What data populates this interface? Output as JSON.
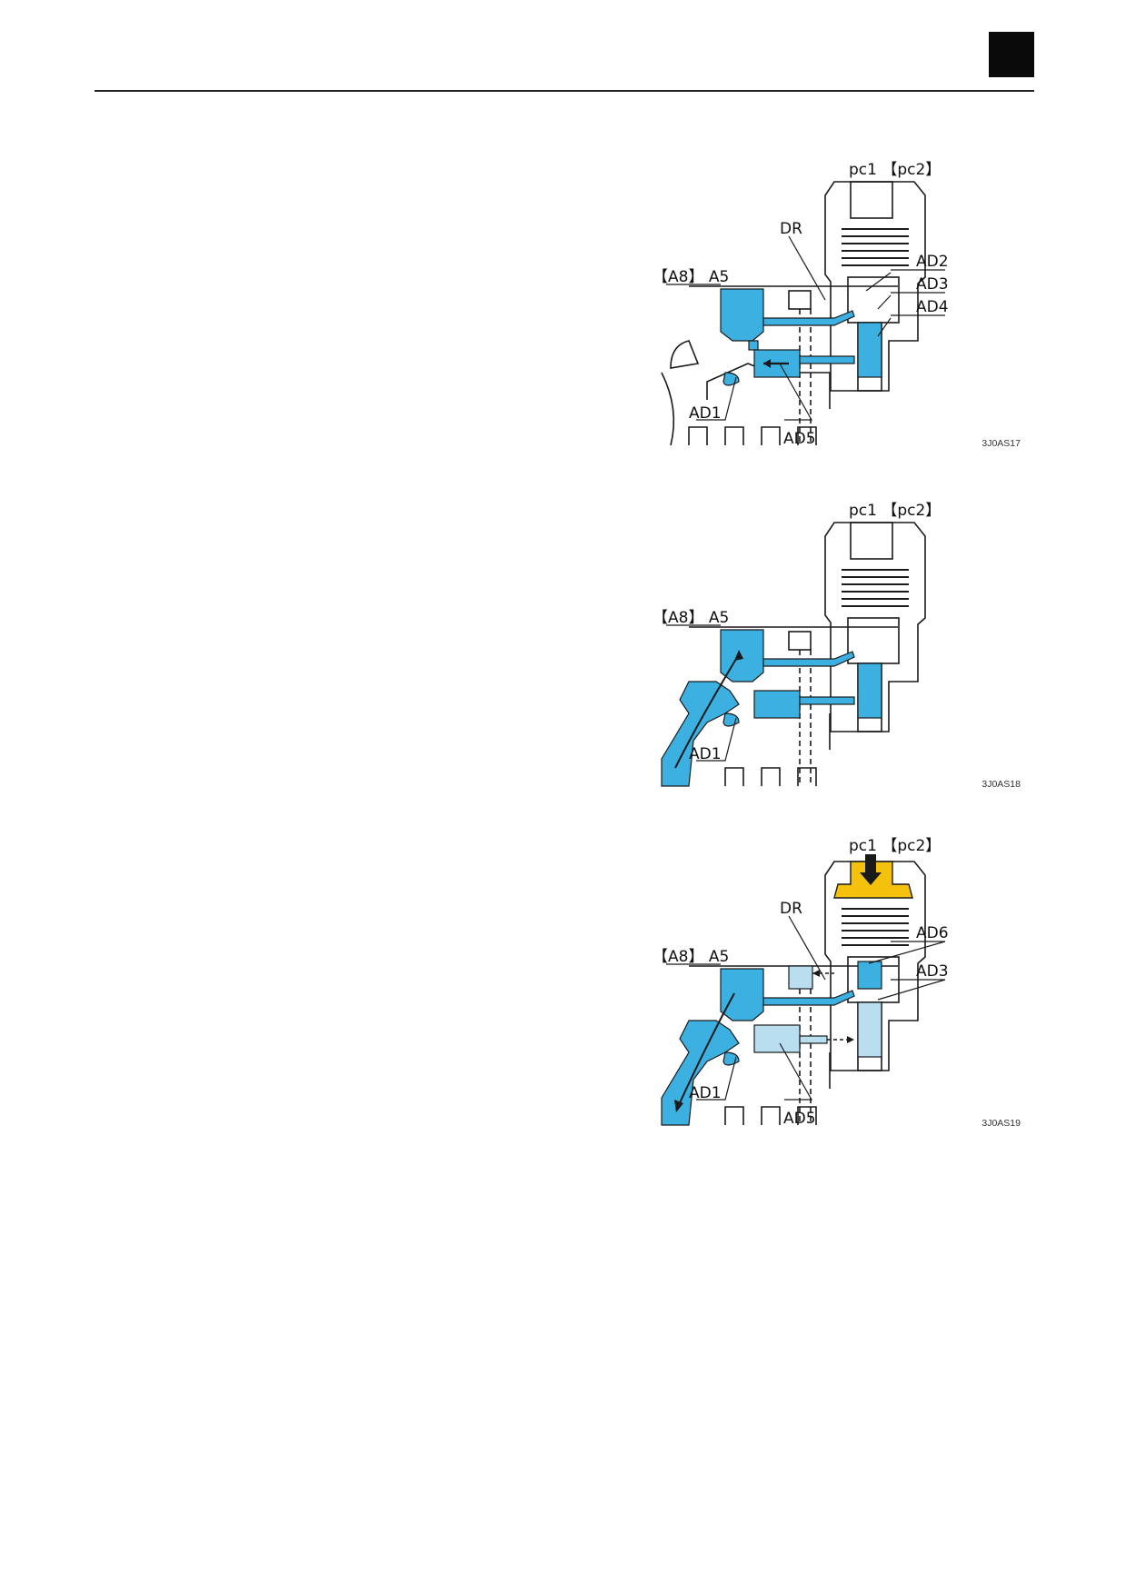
{
  "colors": {
    "oil": "#3cb0e0",
    "oil_light": "#b8def0",
    "pilot": "#f4c20d",
    "line": "#1a1a1a"
  },
  "figures": [
    {
      "code": "3J0AS17",
      "labels": {
        "top": "pc1 【pc2】",
        "port": "【A8】 A5",
        "dr": "DR",
        "ad2": "AD2",
        "ad3": "AD3",
        "ad4": "AD4",
        "ad1": "AD1",
        "ad5": "AD5"
      }
    },
    {
      "code": "3J0AS18",
      "labels": {
        "top": "pc1 【pc2】",
        "port": "【A8】 A5",
        "ad1": "AD1"
      }
    },
    {
      "code": "3J0AS19",
      "labels": {
        "top": "pc1 【pc2】",
        "port": "【A8】 A5",
        "dr": "DR",
        "ad6": "AD6",
        "ad3": "AD3",
        "ad1": "AD1",
        "ad5": "AD5"
      }
    }
  ]
}
